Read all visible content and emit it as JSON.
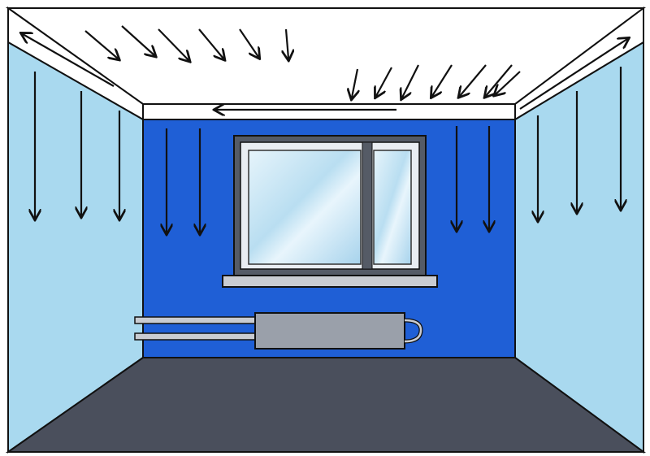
{
  "scene": {
    "type": "room-cross-section",
    "elements": [
      "ceiling",
      "back-wall",
      "left-wall",
      "right-wall",
      "floor",
      "window",
      "window-sill",
      "radiator",
      "radiator-pipes"
    ],
    "colors": {
      "ceiling": "#ffffff",
      "back_wall": "#1f5fd6",
      "side_walls": "#a9d9ef",
      "floor": "#4a4f5c",
      "window_frame": "#555b66",
      "window_glass": "#c7e6f5",
      "radiator": "#9aa0aa",
      "outline": "#111111",
      "arrows": "#111111"
    },
    "arrow_groups": [
      {
        "name": "ceiling-left-down-arrows",
        "direction": "down-right",
        "count": 6
      },
      {
        "name": "ceiling-right-down-arrows",
        "direction": "down-left",
        "count": 7
      },
      {
        "name": "ceiling-flow-arrows",
        "direction": "along-ceiling",
        "count": 3
      },
      {
        "name": "left-wall-down-arrows",
        "direction": "down",
        "count": 3
      },
      {
        "name": "back-wall-down-arrows",
        "direction": "down",
        "count": 4
      },
      {
        "name": "right-wall-down-arrows",
        "direction": "down",
        "count": 3
      }
    ]
  }
}
